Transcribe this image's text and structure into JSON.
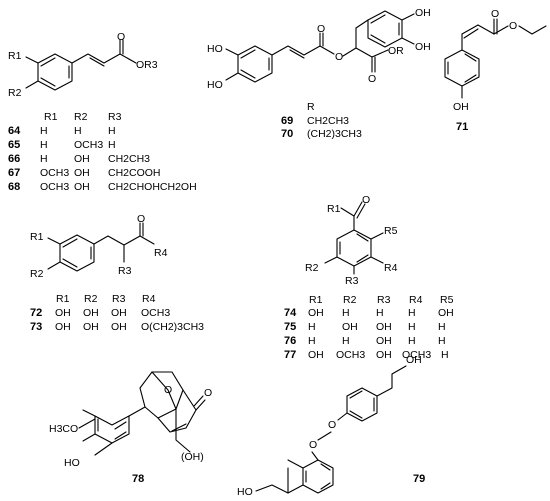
{
  "compound_64_68": {
    "atoms": {
      "r1": "R1",
      "r2": "R2",
      "ester": "OR3"
    },
    "table": {
      "headers": [
        "",
        "R1",
        "R2",
        "R3"
      ],
      "rows": [
        [
          "64",
          "H",
          "H",
          "H"
        ],
        [
          "65",
          "H",
          "OCH3",
          "H"
        ],
        [
          "66",
          "H",
          "OH",
          "CH2CH3"
        ],
        [
          "67",
          "OCH3",
          "OH",
          "CH2COOH"
        ],
        [
          "68",
          "OCH3",
          "OH",
          "CH2CHOHCH2OH"
        ]
      ]
    }
  },
  "compound_69_70": {
    "atoms": {
      "oh_tr1": "OH",
      "oh_tr2": "OH",
      "oh_l1": "HO",
      "oh_l2": "HO",
      "o_ester": "O",
      "o_r": "OR"
    },
    "table": {
      "headers": [
        "",
        "R"
      ],
      "rows": [
        [
          "69",
          "CH2CH3"
        ],
        [
          "70",
          "(CH2)3CH3"
        ]
      ]
    }
  },
  "compound_71": {
    "atoms": {
      "oh": "OH",
      "o": "O"
    },
    "label": "71"
  },
  "compound_72_73": {
    "atoms": {
      "r1": "R1",
      "r2": "R2",
      "r3": "R3",
      "r4": "R4",
      "o": "O"
    },
    "table": {
      "headers": [
        "",
        "R1",
        "R2",
        "R3",
        "R4"
      ],
      "rows": [
        [
          "72",
          "OH",
          "OH",
          "OH",
          "OCH3"
        ],
        [
          "73",
          "OH",
          "OH",
          "OH",
          "O(CH2)3CH3"
        ]
      ]
    }
  },
  "compound_74_77": {
    "atoms": {
      "r1": "R1",
      "r2": "R2",
      "r3": "R3",
      "r4": "R4",
      "r5": "R5",
      "o": "O"
    },
    "table": {
      "headers": [
        "",
        "R1",
        "R2",
        "R3",
        "R4",
        "R5"
      ],
      "rows": [
        [
          "74",
          "OH",
          "H",
          "H",
          "H",
          "OH"
        ],
        [
          "75",
          "H",
          "OH",
          "OH",
          "H",
          "H"
        ],
        [
          "76",
          "H",
          "H",
          "OH",
          "H",
          "H"
        ],
        [
          "77",
          "OH",
          "OCH3",
          "OH",
          "OCH3",
          "H"
        ]
      ]
    }
  },
  "compound_78": {
    "atoms": {
      "ome": "H3CO",
      "ho": "HO",
      "o_bridge": "O",
      "o_keto": "O",
      "oh": "(OH)"
    },
    "label": "78"
  },
  "compound_79": {
    "atoms": {
      "oh_top": "OH",
      "ho_bottom": "HO",
      "o1": "O",
      "o2": "O"
    },
    "label": "79"
  }
}
